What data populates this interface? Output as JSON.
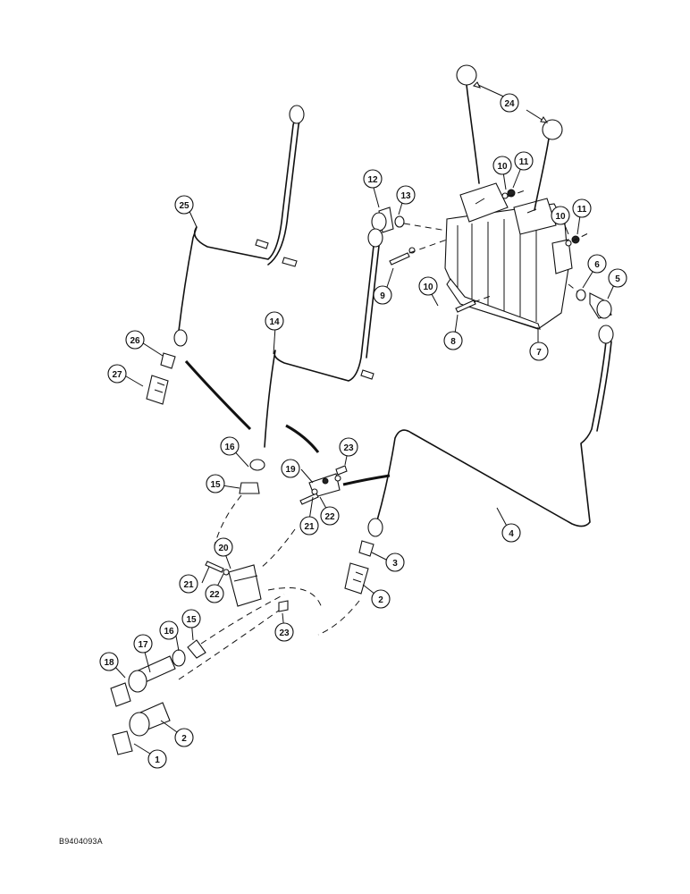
{
  "figure_ref": "B9404093A",
  "callouts": [
    {
      "label": "1"
    },
    {
      "label": "2"
    },
    {
      "label": "2"
    },
    {
      "label": "3"
    },
    {
      "label": "4"
    },
    {
      "label": "5"
    },
    {
      "label": "6"
    },
    {
      "label": "7"
    },
    {
      "label": "8"
    },
    {
      "label": "9"
    },
    {
      "label": "10"
    },
    {
      "label": "10"
    },
    {
      "label": "10"
    },
    {
      "label": "11"
    },
    {
      "label": "11"
    },
    {
      "label": "12"
    },
    {
      "label": "13"
    },
    {
      "label": "14"
    },
    {
      "label": "15"
    },
    {
      "label": "15"
    },
    {
      "label": "16"
    },
    {
      "label": "16"
    },
    {
      "label": "17"
    },
    {
      "label": "18"
    },
    {
      "label": "19"
    },
    {
      "label": "20"
    },
    {
      "label": "21"
    },
    {
      "label": "21"
    },
    {
      "label": "22"
    },
    {
      "label": "22"
    },
    {
      "label": "23"
    },
    {
      "label": "23"
    },
    {
      "label": "24"
    },
    {
      "label": "25"
    },
    {
      "label": "26"
    },
    {
      "label": "27"
    }
  ]
}
